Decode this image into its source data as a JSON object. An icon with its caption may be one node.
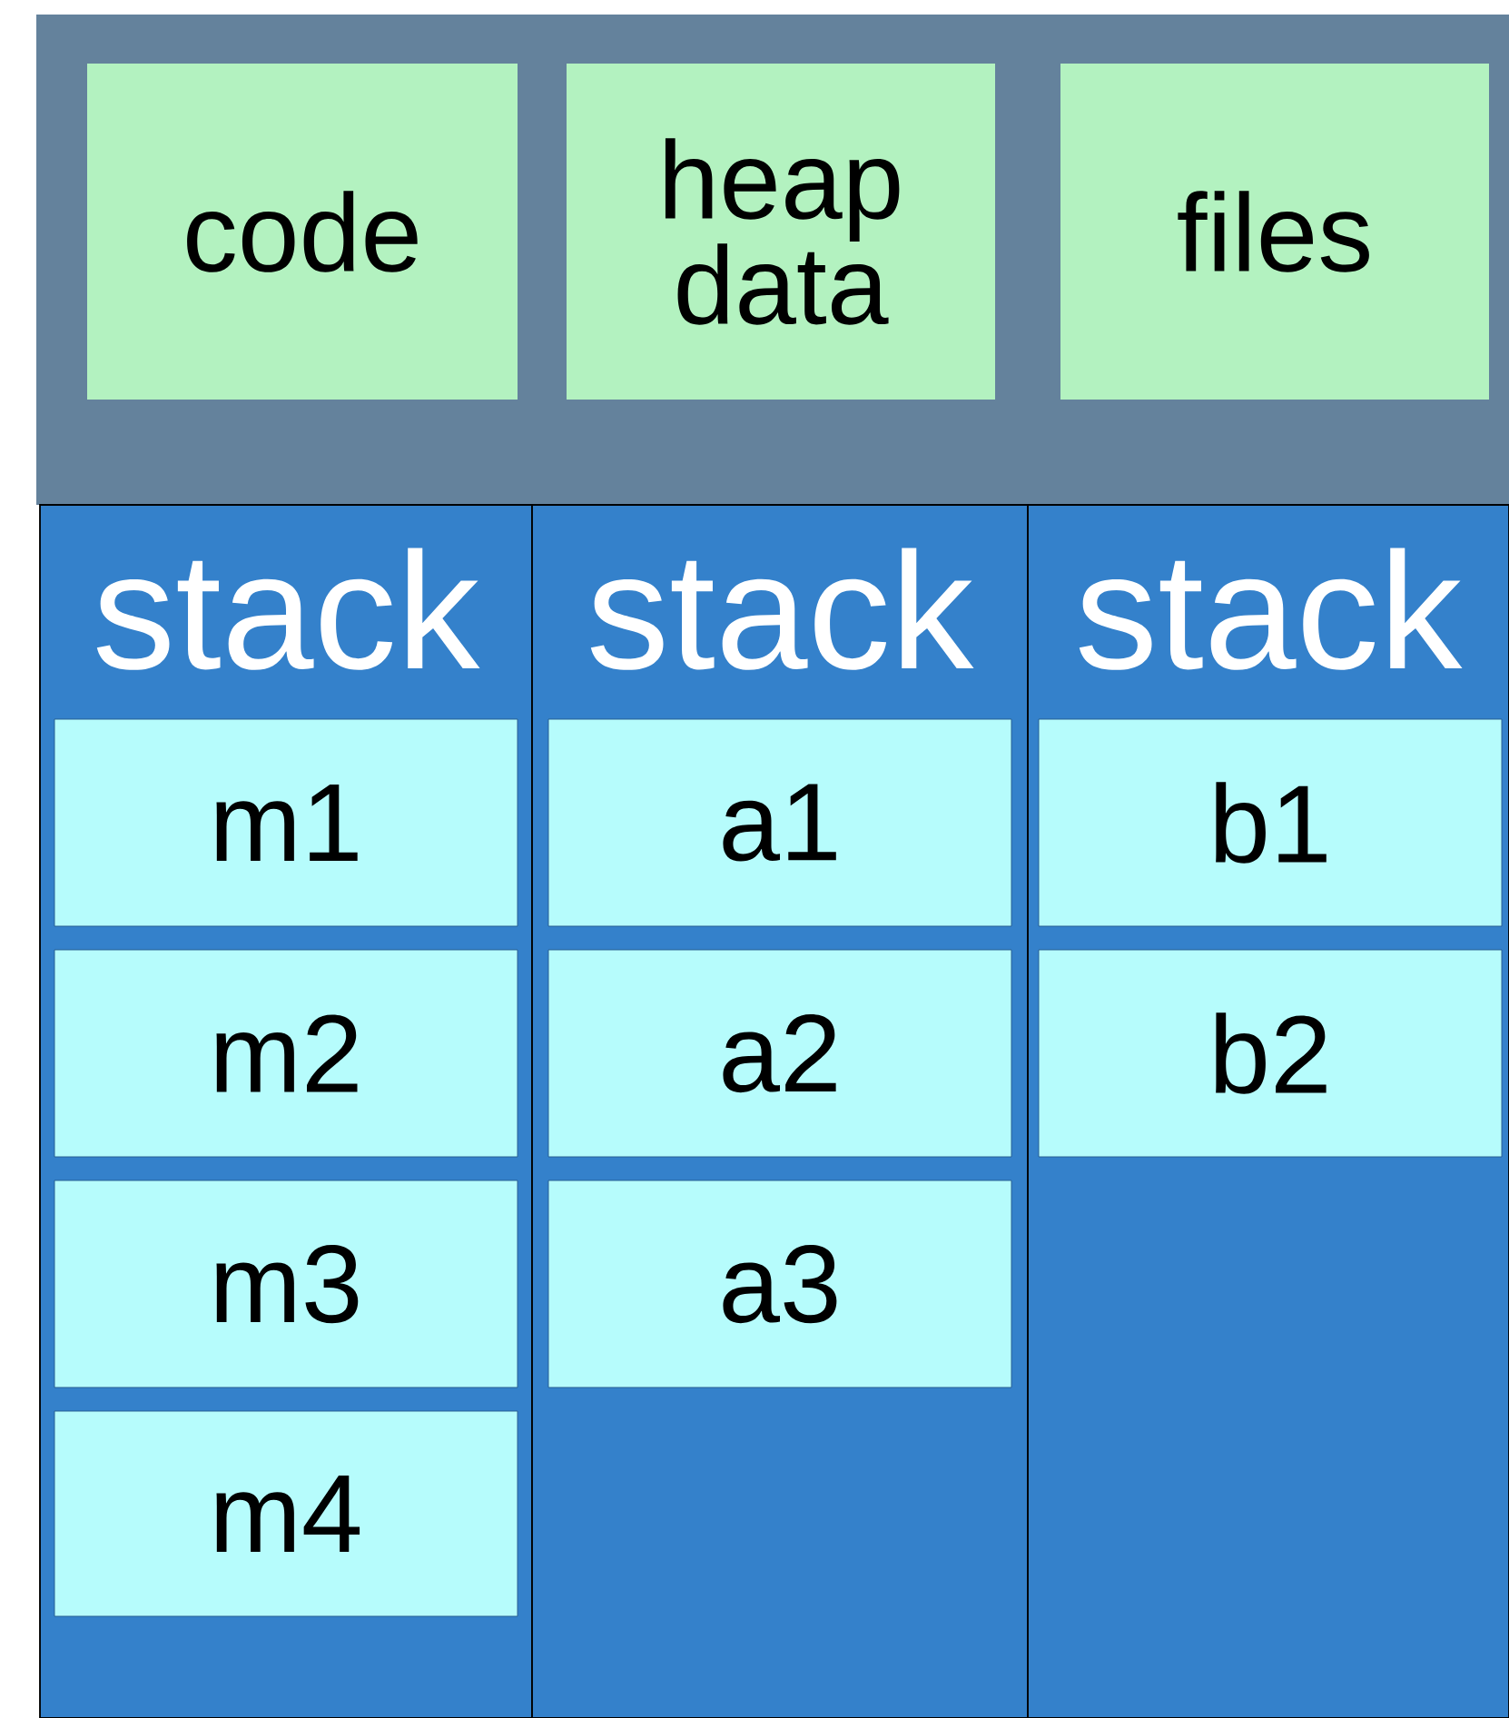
{
  "diagram": {
    "nodes": [
      {
        "text": [],
        "shape": "box"
      },
      {
        "text": [
          "code"
        ],
        "in": 0
      },
      {
        "text": [
          "heap data"
        ],
        "in": 0
      },
      {
        "text": [
          "files"
        ],
        "in": 0
      },
      {
        "text": [
          "stack"
        ]
      },
      {
        "text": [
          "stack"
        ]
      },
      {
        "text": [
          "stack"
        ]
      },
      {
        "text": [
          "m1"
        ],
        "in": 4
      },
      {
        "text": [
          "m2"
        ],
        "in": 4
      },
      {
        "text": [
          "m3"
        ],
        "in": 4
      },
      {
        "text": [
          "m4"
        ],
        "in": 4
      },
      {
        "text": [
          "a1"
        ],
        "in": 5
      },
      {
        "text": [
          "a2"
        ],
        "in": 5
      },
      {
        "text": [
          "a3"
        ],
        "in": 5
      },
      {
        "text": [
          "b1"
        ],
        "in": 6
      },
      {
        "text": [
          "b2"
        ],
        "in": 6
      }
    ]
  }
}
